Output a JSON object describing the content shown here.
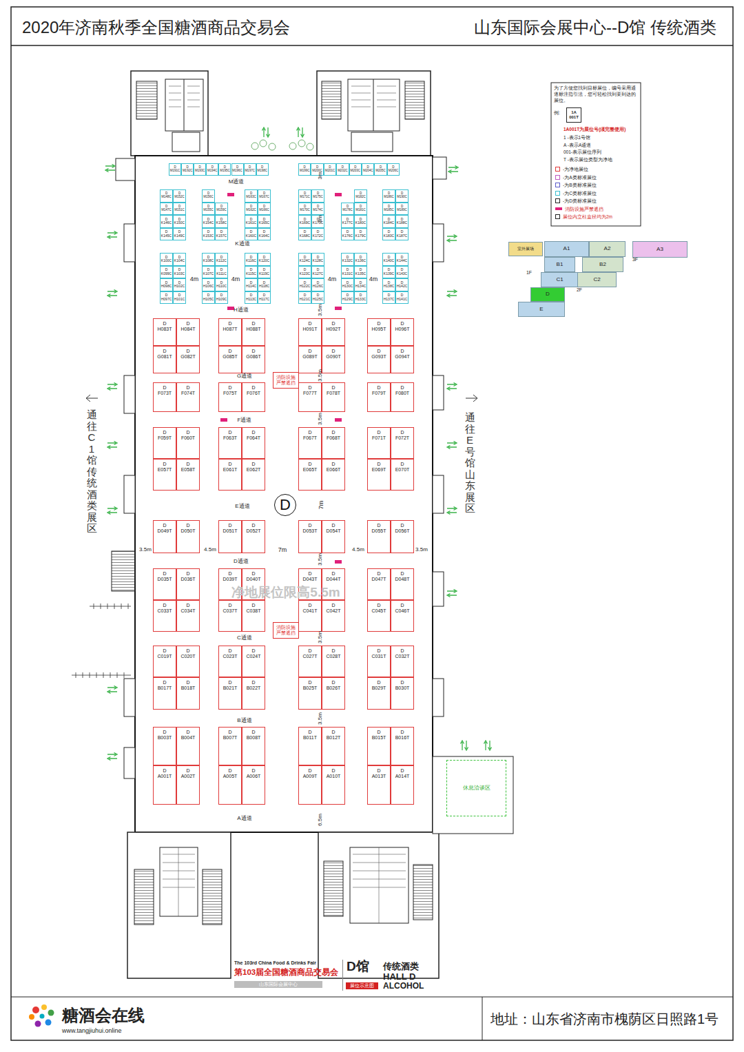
{
  "diagram": {
    "title": "2020年济南秋季全国糖酒商品交易会",
    "nodes": [
      {
        "text": [
          "D",
          "M191C"
        ]
      },
      {
        "text": [
          "D",
          "M192C"
        ]
      },
      {
        "text": [
          "D",
          "M193C"
        ]
      },
      {
        "text": [
          "D",
          "M194C"
        ]
      },
      {
        "text": [
          "D",
          "M195C"
        ]
      },
      {
        "text": [
          "D",
          "M196C"
        ]
      },
      {
        "text": [
          "D",
          "M197C"
        ]
      },
      {
        "text": [
          "D",
          "M198C"
        ]
      },
      {
        "text": [
          "D",
          "M199C"
        ]
      },
      {
        "text": [
          "D",
          "M200C"
        ]
      },
      {
        "text": [
          "D",
          "M201C"
        ]
      },
      {
        "text": [
          "D",
          "M202C"
        ]
      },
      {
        "text": [
          "D",
          "M203C"
        ]
      },
      {
        "text": [
          "D",
          "M204C"
        ]
      },
      {
        "text": [
          "D",
          "M205C"
        ]
      },
      {
        "text": [
          "D",
          "M206C"
        ]
      },
      {
        "text": [
          "D",
          "M148C"
        ]
      },
      {
        "text": [
          "D",
          "M152C"
        ]
      },
      {
        "text": [
          "D",
          "M147C"
        ]
      },
      {
        "text": [
          "D",
          "M151C"
        ]
      },
      {
        "text": [
          "D",
          "K146C"
        ]
      },
      {
        "text": [
          "D",
          "K150C"
        ]
      },
      {
        "text": [
          "D",
          "K145C"
        ]
      },
      {
        "text": [
          "D",
          "K149C"
        ]
      },
      {
        "text": [
          "D",
          "M156C"
        ]
      },
      {
        "text": [
          "D",
          "M155C"
        ]
      },
      {
        "text": [
          "D",
          "M159C"
        ]
      },
      {
        "text": [
          "D",
          "K154C"
        ]
      },
      {
        "text": [
          "D",
          "K158C"
        ]
      },
      {
        "text": [
          "D",
          "K153C"
        ]
      },
      {
        "text": [
          "D",
          "K157C"
        ]
      },
      {
        "text": [
          "D",
          "M163C"
        ]
      },
      {
        "text": [
          "D",
          "M167C"
        ]
      },
      {
        "text": [
          "D",
          "M162C"
        ]
      },
      {
        "text": [
          "D",
          "M166C"
        ]
      },
      {
        "text": [
          "D",
          "K161C"
        ]
      },
      {
        "text": [
          "D",
          "K165C"
        ]
      },
      {
        "text": [
          "D",
          "K160C"
        ]
      },
      {
        "text": [
          "D",
          "K164C"
        ]
      },
      {
        "text": [
          "D",
          "M171C"
        ]
      },
      {
        "text": [
          "D",
          "M175C"
        ]
      },
      {
        "text": [
          "D",
          "M170C"
        ]
      },
      {
        "text": [
          "D",
          "M174C"
        ]
      },
      {
        "text": [
          "D",
          "K169C"
        ]
      },
      {
        "text": [
          "D",
          "K173C"
        ]
      },
      {
        "text": [
          "D",
          "K168C"
        ]
      },
      {
        "text": [
          "D",
          "K172C"
        ]
      },
      {
        "text": [
          "D",
          "M182C"
        ]
      },
      {
        "text": [
          "D",
          "M178C"
        ]
      },
      {
        "text": [
          "D",
          "M181C"
        ]
      },
      {
        "text": [
          "D",
          "K177C"
        ]
      },
      {
        "text": [
          "D",
          "K180C"
        ]
      },
      {
        "text": [
          "D",
          "K176C"
        ]
      },
      {
        "text": [
          "D",
          "K179C"
        ]
      },
      {
        "text": [
          "D",
          "M186C"
        ]
      },
      {
        "text": [
          "D",
          "M190C"
        ]
      },
      {
        "text": [
          "D",
          "M185C"
        ]
      },
      {
        "text": [
          "D",
          "M189C"
        ]
      },
      {
        "text": [
          "D",
          "K184C"
        ]
      },
      {
        "text": [
          "D",
          "K188C"
        ]
      },
      {
        "text": [
          "D",
          "K183C"
        ]
      },
      {
        "text": [
          "D",
          "K187C"
        ]
      },
      {
        "text": [
          "D",
          "K100C"
        ]
      },
      {
        "text": [
          "D",
          "K104C"
        ]
      },
      {
        "text": [
          "D",
          "K099C"
        ]
      },
      {
        "text": [
          "D",
          "K103C"
        ]
      },
      {
        "text": [
          "D",
          "H098C"
        ]
      },
      {
        "text": [
          "D",
          "H102C"
        ]
      },
      {
        "text": [
          "D",
          "H097C"
        ]
      },
      {
        "text": [
          "D",
          "H101C"
        ]
      },
      {
        "text": [
          "D",
          "K108C"
        ]
      },
      {
        "text": [
          "D",
          "K112C"
        ]
      },
      {
        "text": [
          "D",
          "K107C"
        ]
      },
      {
        "text": [
          "D",
          "K111C"
        ]
      },
      {
        "text": [
          "D",
          "H106C"
        ]
      },
      {
        "text": [
          "D",
          "H110C"
        ]
      },
      {
        "text": [
          "D",
          "H105C"
        ]
      },
      {
        "text": [
          "D",
          "H109C"
        ]
      },
      {
        "text": [
          "D",
          "K116C"
        ]
      },
      {
        "text": [
          "D",
          "K120C"
        ]
      },
      {
        "text": [
          "D",
          "K115C"
        ]
      },
      {
        "text": [
          "D",
          "K119C"
        ]
      },
      {
        "text": [
          "D",
          "H114C"
        ]
      },
      {
        "text": [
          "D",
          "H118C"
        ]
      },
      {
        "text": [
          "D",
          "H113C"
        ]
      },
      {
        "text": [
          "D",
          "H117C"
        ]
      },
      {
        "text": [
          "D",
          "K124C"
        ]
      },
      {
        "text": [
          "D",
          "K128C"
        ]
      },
      {
        "text": [
          "D",
          "K123C"
        ]
      },
      {
        "text": [
          "D",
          "K127C"
        ]
      },
      {
        "text": [
          "D",
          "H122C"
        ]
      },
      {
        "text": [
          "D",
          "H126C"
        ]
      },
      {
        "text": [
          "D",
          "H121C"
        ]
      },
      {
        "text": [
          "D",
          "H125C"
        ]
      },
      {
        "text": [
          "D",
          "K132C"
        ]
      },
      {
        "text": [
          "D",
          "K136C"
        ]
      },
      {
        "text": [
          "D",
          "K131C"
        ]
      },
      {
        "text": [
          "D",
          "K135C"
        ]
      },
      {
        "text": [
          "D",
          "H130C"
        ]
      },
      {
        "text": [
          "D",
          "H134C"
        ]
      },
      {
        "text": [
          "D",
          "H129C"
        ]
      },
      {
        "text": [
          "D",
          "H133C"
        ]
      },
      {
        "text": [
          "D",
          "K140C"
        ]
      },
      {
        "text": [
          "D",
          "K144C"
        ]
      },
      {
        "text": [
          "D",
          "K139C"
        ]
      },
      {
        "text": [
          "D",
          "K143C"
        ]
      },
      {
        "text": [
          "D",
          "H138C"
        ]
      },
      {
        "text": [
          "D",
          "H142C"
        ]
      },
      {
        "text": [
          "D",
          "H137C"
        ]
      },
      {
        "text": [
          "D",
          "H141C"
        ]
      },
      {
        "text": [
          "D",
          "H083T"
        ]
      },
      {
        "text": [
          "D",
          "H084T"
        ]
      },
      {
        "text": [
          "D",
          "H087T"
        ]
      },
      {
        "text": [
          "D",
          "H088T"
        ]
      },
      {
        "text": [
          "D",
          "H091T"
        ]
      },
      {
        "text": [
          "D",
          "H092T"
        ]
      },
      {
        "text": [
          "D",
          "H095T"
        ]
      },
      {
        "text": [
          "D",
          "H096T"
        ]
      },
      {
        "text": [
          "D",
          "G081T"
        ]
      },
      {
        "text": [
          "D",
          "G082T"
        ]
      },
      {
        "text": [
          "D",
          "G085T"
        ]
      },
      {
        "text": [
          "D",
          "G086T"
        ]
      },
      {
        "text": [
          "D",
          "G089T"
        ]
      },
      {
        "text": [
          "D",
          "G090T"
        ]
      },
      {
        "text": [
          "D",
          "G093T"
        ]
      },
      {
        "text": [
          "D",
          "G094T"
        ]
      },
      {
        "text": [
          "D",
          "F073T"
        ]
      },
      {
        "text": [
          "D",
          "F074T"
        ]
      },
      {
        "text": [
          "D",
          "F075T"
        ]
      },
      {
        "text": [
          "D",
          "F076T"
        ]
      },
      {
        "text": [
          "D",
          "F077T"
        ]
      },
      {
        "text": [
          "D",
          "F078T"
        ]
      },
      {
        "text": [
          "D",
          "F079T"
        ]
      },
      {
        "text": [
          "D",
          "F080T"
        ]
      },
      {
        "text": [
          "D",
          "F059T"
        ]
      },
      {
        "text": [
          "D",
          "F060T"
        ]
      },
      {
        "text": [
          "D",
          "F063T"
        ]
      },
      {
        "text": [
          "D",
          "F064T"
        ]
      },
      {
        "text": [
          "D",
          "F067T"
        ]
      },
      {
        "text": [
          "D",
          "F068T"
        ]
      },
      {
        "text": [
          "D",
          "F071T"
        ]
      },
      {
        "text": [
          "D",
          "F072T"
        ]
      },
      {
        "text": [
          "D",
          "E057T"
        ]
      },
      {
        "text": [
          "D",
          "E058T"
        ]
      },
      {
        "text": [
          "D",
          "E061T"
        ]
      },
      {
        "text": [
          "D",
          "E062T"
        ]
      },
      {
        "text": [
          "D",
          "E065T"
        ]
      },
      {
        "text": [
          "D",
          "E066T"
        ]
      },
      {
        "text": [
          "D",
          "E069T"
        ]
      },
      {
        "text": [
          "D",
          "E070T"
        ]
      },
      {
        "text": [
          "D",
          "D049T"
        ]
      },
      {
        "text": [
          "D",
          "D050T"
        ]
      },
      {
        "text": [
          "D",
          "D051T"
        ]
      },
      {
        "text": [
          "D",
          "D052T"
        ]
      },
      {
        "text": [
          "D",
          "D053T"
        ]
      },
      {
        "text": [
          "D",
          "D054T"
        ]
      },
      {
        "text": [
          "D",
          "D055T"
        ]
      },
      {
        "text": [
          "D",
          "D056T"
        ]
      },
      {
        "text": [
          "D",
          "D035T"
        ]
      },
      {
        "text": [
          "D",
          "D036T"
        ]
      },
      {
        "text": [
          "D",
          "D039T"
        ]
      },
      {
        "text": [
          "D",
          "D040T"
        ]
      },
      {
        "text": [
          "D",
          "D043T"
        ]
      },
      {
        "text": [
          "D",
          "D044T"
        ]
      },
      {
        "text": [
          "D",
          "D047T"
        ]
      },
      {
        "text": [
          "D",
          "D048T"
        ]
      },
      {
        "text": [
          "D",
          "C033T"
        ]
      },
      {
        "text": [
          "D",
          "C034T"
        ]
      },
      {
        "text": [
          "D",
          "C037T"
        ]
      },
      {
        "text": [
          "D",
          "C038T"
        ]
      },
      {
        "text": [
          "D",
          "C041T"
        ]
      },
      {
        "text": [
          "D",
          "C042T"
        ]
      },
      {
        "text": [
          "D",
          "C045T"
        ]
      },
      {
        "text": [
          "D",
          "C046T"
        ]
      },
      {
        "text": [
          "D",
          "C019T"
        ]
      },
      {
        "text": [
          "D",
          "C020T"
        ]
      },
      {
        "text": [
          "D",
          "C023T"
        ]
      },
      {
        "text": [
          "D",
          "C024T"
        ]
      },
      {
        "text": [
          "D",
          "C027T"
        ]
      },
      {
        "text": [
          "D",
          "C028T"
        ]
      },
      {
        "text": [
          "D",
          "C031T"
        ]
      },
      {
        "text": [
          "D",
          "C032T"
        ]
      },
      {
        "text": [
          "D",
          "B017T"
        ]
      },
      {
        "text": [
          "D",
          "B018T"
        ]
      },
      {
        "text": [
          "D",
          "B021T"
        ]
      },
      {
        "text": [
          "D",
          "B022T"
        ]
      },
      {
        "text": [
          "D",
          "B025T"
        ]
      },
      {
        "text": [
          "D",
          "B026T"
        ]
      },
      {
        "text": [
          "D",
          "B029T"
        ]
      },
      {
        "text": [
          "D",
          "B030T"
        ]
      },
      {
        "text": [
          "D",
          "B003T"
        ]
      },
      {
        "text": [
          "D",
          "B004T"
        ]
      },
      {
        "text": [
          "D",
          "B007T"
        ]
      },
      {
        "text": [
          "D",
          "B008T"
        ]
      },
      {
        "text": [
          "D",
          "B011T"
        ]
      },
      {
        "text": [
          "D",
          "B012T"
        ]
      },
      {
        "text": [
          "D",
          "B015T"
        ]
      },
      {
        "text": [
          "D",
          "B016T"
        ]
      },
      {
        "text": [
          "D",
          "A001T"
        ]
      },
      {
        "text": [
          "D",
          "A002T"
        ]
      },
      {
        "text": [
          "D",
          "A005T"
        ]
      },
      {
        "text": [
          "D",
          "A006T"
        ]
      },
      {
        "text": [
          "D",
          "A009T"
        ]
      },
      {
        "text": [
          "D",
          "A010T"
        ]
      },
      {
        "text": [
          "D",
          "A013T"
        ]
      },
      {
        "text": [
          "D",
          "A014T"
        ]
      },
      {
        "text": [
          "D"
        ]
      },
      {
        "text": [
          "消防设施 严禁遮挡"
        ]
      },
      {
        "text": [
          "消防设施 严禁遮挡"
        ]
      },
      {
        "text": [
          "休息洽谈区"
        ]
      },
      {
        "text": [
          "1A 001T"
        ]
      },
      {
        "text": [
          "室外展场"
        ]
      },
      {
        "text": [
          "A1"
        ]
      },
      {
        "text": [
          "A2"
        ]
      },
      {
        "text": [
          "A3"
        ]
      },
      {
        "text": [
          "B1"
        ]
      },
      {
        "text": [
          "B2"
        ]
      },
      {
        "text": [
          "C1"
        ]
      },
      {
        "text": [
          "C2"
        ]
      },
      {
        "text": [
          "D"
        ]
      },
      {
        "text": [
          "E"
        ]
      }
    ],
    "labels": [
      "山东国际会展中心--D馆 传统酒类",
      "M通道",
      "K通道",
      "H通道",
      "G通道",
      "F通道",
      "E通道",
      "D通道",
      "C通道",
      "B通道",
      "A通道",
      "3m",
      "3m",
      "4m",
      "4m",
      "4m",
      "4m",
      "3.5m",
      "3.5m",
      "3.5m",
      "7m",
      "3.5m",
      "4.5m",
      "7m",
      "4.5m",
      "3.5m",
      "3.5m",
      "3.5m",
      "3.5m",
      "6.5m",
      "净地展位限高5.5m",
      "通往C1馆传统酒类展区",
      "通往E号馆山东展区",
      "为了方便您找到目标展位，编号采用通道标注指引法，您可轻松找到要到达的展位。",
      "例:",
      "1A001T为展位号(须完整使用)",
      "1 -表示1号馆",
      "A -表示A通道",
      "001-表示展位序列",
      "T -表示展位类型为净地",
      "1F",
      "2F",
      "3F",
      "The 103rd China Food & Drinks Fair",
      "第103届全国糖酒商品交易会",
      "山东国际会展中心",
      "D馆",
      "展位示意图",
      "传统酒类",
      "HALL D",
      "ALCOHOL",
      "糖酒会在线",
      "www.tangjiuhui.online",
      "地址：山东省济南市槐荫区日照路1号"
    ],
    "legend": [
      {
        "text": "-为净地展位",
        "color": "#e03a3a"
      },
      {
        "text": "-为A类标准展位",
        "color": "#c05ac0"
      },
      {
        "text": "-为B类标准展位",
        "color": "#5a5ac8"
      },
      {
        "text": "-为C类标准展位",
        "color": "#39bfd0"
      },
      {
        "text": "-为D类标准展位",
        "color": "#222222"
      },
      {
        "text": "消防设施严禁遮挡",
        "color": "#e0207a"
      },
      {
        "text": "展位内立柱直径均为2m"
      }
    ]
  }
}
